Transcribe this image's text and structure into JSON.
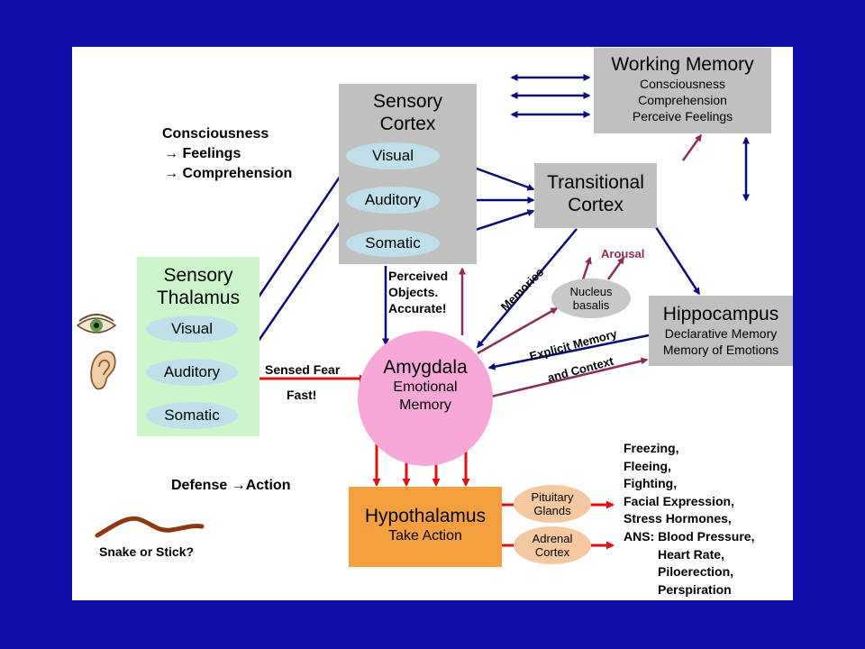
{
  "working_memory": {
    "title": "Working Memory",
    "lines": [
      "Consciousness",
      "Comprehension",
      "Perceive Feelings"
    ]
  },
  "sensory_cortex": {
    "title_1": "Sensory",
    "title_2": "Cortex",
    "ovals": [
      "Visual",
      "Auditory",
      "Somatic"
    ]
  },
  "transitional_cortex": {
    "title_1": "Transitional",
    "title_2": "Cortex"
  },
  "sensory_thalamus": {
    "title_1": "Sensory",
    "title_2": "Thalamus",
    "ovals": [
      "Visual",
      "Auditory",
      "Somatic"
    ]
  },
  "hippocampus": {
    "title": "Hippocampus",
    "lines": [
      "Declarative Memory",
      "Memory of Emotions"
    ]
  },
  "amygdala": {
    "title": "Amygdala",
    "sub_1": "Emotional",
    "sub_2": "Memory"
  },
  "nucleus_basalis": {
    "line_1": "Nucleus",
    "line_2": "basalis"
  },
  "hypothalamus": {
    "title": "Hypothalamus",
    "sub": "Take Action"
  },
  "pituitary": {
    "line_1": "Pituitary",
    "line_2": "Glands"
  },
  "adrenal": {
    "line_1": "Adrenal",
    "line_2": "Cortex"
  },
  "consciousness_note": {
    "line_1": "Consciousness",
    "line_2": "→ Feelings",
    "line_3": "→ Comprehension"
  },
  "labels": {
    "perceived_1": "Perceived",
    "perceived_2": "Objects.",
    "perceived_3": "Accurate!",
    "memories": "Memories",
    "arousal": "Arousal",
    "explicit": "Explicit Memory",
    "context": "and Context",
    "sensed_fear": "Sensed Fear",
    "fast": "Fast!",
    "defense": "Defense →Action",
    "snake": "Snake or Stick?"
  },
  "responses": [
    "Freezing,",
    "Fleeing,",
    "Fighting,",
    "Facial Expression,",
    "Stress Hormones,",
    "ANS: Blood Pressure,",
    "Heart Rate,",
    "Piloerection,",
    "Perspiration"
  ],
  "colors": {
    "navy": "#0a0a78",
    "maroon": "#8b2d5c",
    "red": "#e01010",
    "thalamus_green": "#ccf5cc",
    "amygdala_pink": "#f7a8d8",
    "hypothalamus_orange": "#f5a040",
    "gland_peach": "#f5c8a0",
    "oval_blue": "#bfe0ea",
    "snake_brown": "#8b3a10"
  },
  "icons": [
    "eye-icon",
    "ear-icon",
    "snake-stick-icon"
  ]
}
